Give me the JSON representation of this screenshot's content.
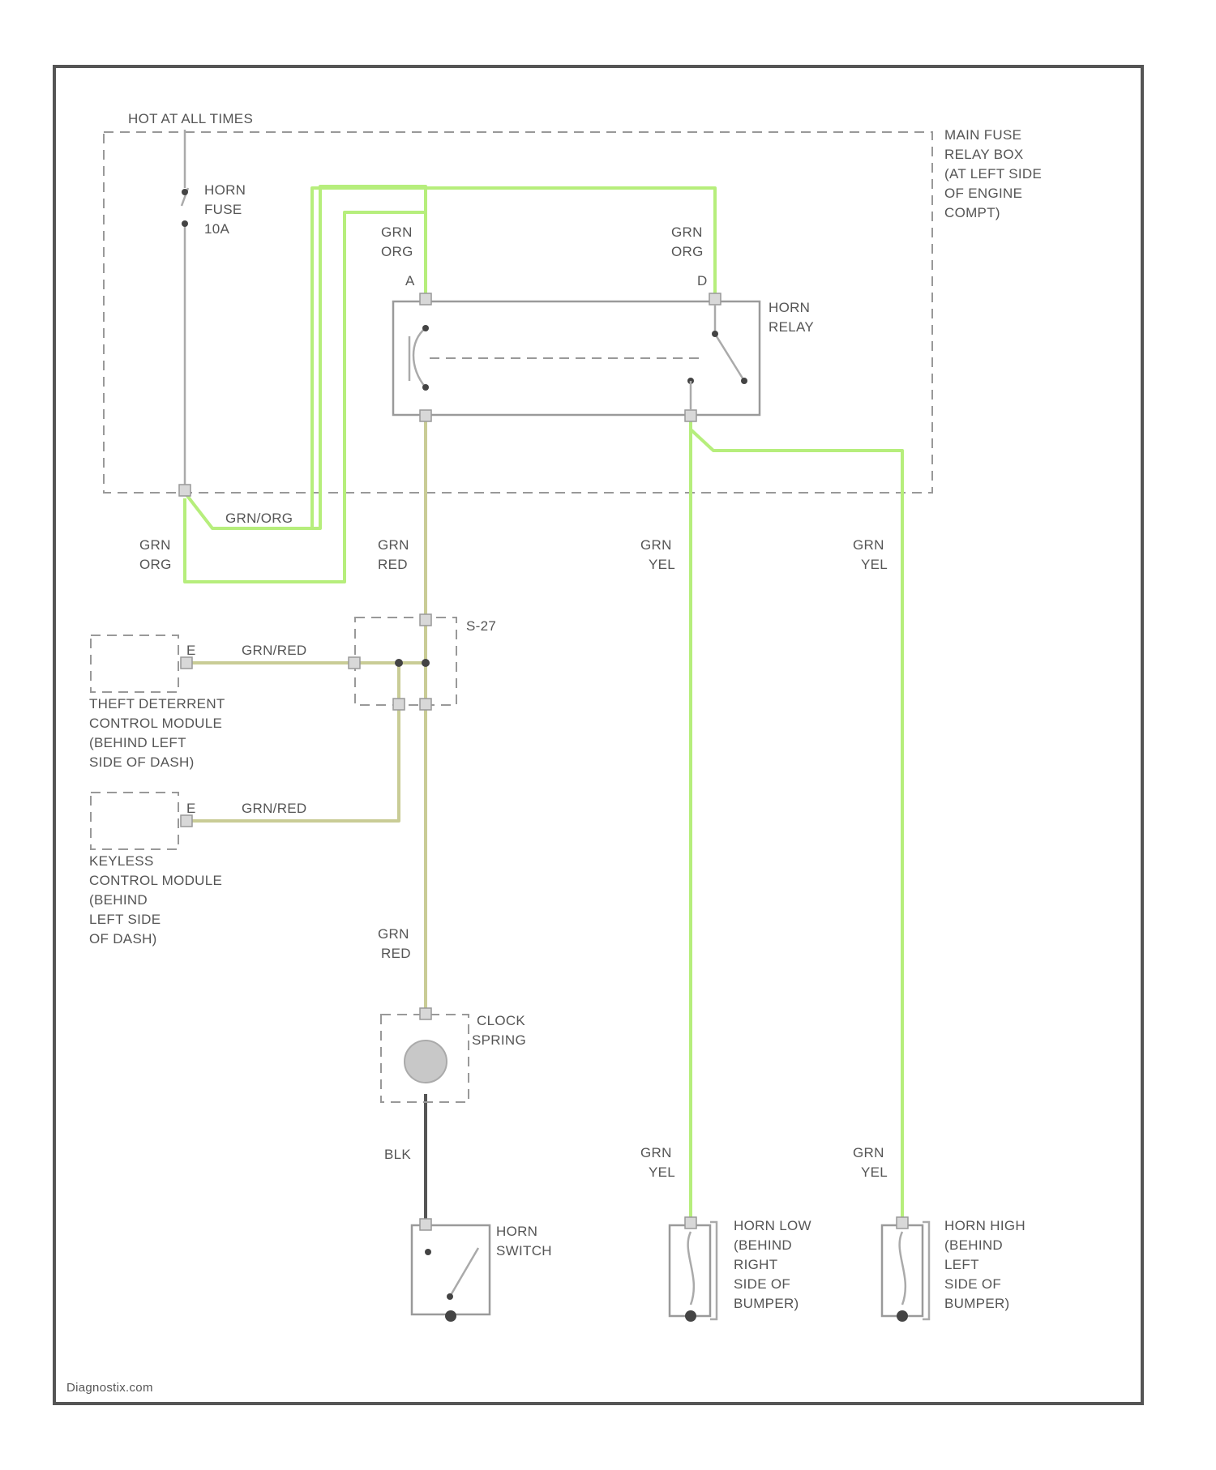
{
  "labels": {
    "hot": "HOT AT ALL TIMES",
    "fuse_box": [
      "MAIN FUSE",
      "RELAY BOX",
      "(AT LEFT SIDE",
      "OF ENGINE",
      "COMPT)"
    ],
    "fuse": [
      "HORN",
      "FUSE",
      "10A"
    ],
    "relay": [
      "HORN",
      "RELAY"
    ],
    "pin_a": "A",
    "pin_d": "D",
    "relay_wire_a": [
      "GRN",
      "ORG"
    ],
    "relay_wire_d": [
      "GRN",
      "ORG"
    ],
    "jumper": "GRN/ORG",
    "fuse_out": [
      "GRN",
      "ORG"
    ],
    "relay_out": [
      "GRN",
      "RED"
    ],
    "horn_feed_1": [
      "GRN",
      "YEL"
    ],
    "horn_feed_2": [
      "GRN",
      "YEL"
    ],
    "splice": "S-27",
    "theft_wire": "GRN/RED",
    "keyless_wire": "GRN/RED",
    "theft_module": [
      "THEFT DETERRENT",
      "CONTROL MODULE",
      "(BEHIND LEFT",
      "SIDE OF DASH)"
    ],
    "keyless_module": [
      "KEYLESS",
      "CONTROL MODULE",
      "(BEHIND",
      "LEFT SIDE",
      "OF DASH)"
    ],
    "lower_red": [
      "GRN",
      "RED"
    ],
    "clock_spring": [
      "CLOCK",
      "SPRING"
    ],
    "blk": "BLK",
    "low_feed": [
      "GRN",
      "YEL"
    ],
    "high_feed": [
      "GRN",
      "YEL"
    ],
    "horn_switch": [
      "HORN",
      "SWITCH"
    ],
    "horn_low": [
      "HORN LOW",
      "(BEHIND",
      "RIGHT",
      "SIDE OF",
      "BUMPER)"
    ],
    "horn_high": [
      "HORN HIGH",
      "(BEHIND",
      "LEFT",
      "SIDE OF",
      "BUMPER)"
    ],
    "pin_e": "E",
    "pin_e2": "E",
    "watermark": "Diagnostix.com"
  },
  "colors": {
    "wire_green": "#b6ee7c",
    "wire_olive": "#c9cc96",
    "wire_black": "#555555",
    "frame": "#555555"
  }
}
